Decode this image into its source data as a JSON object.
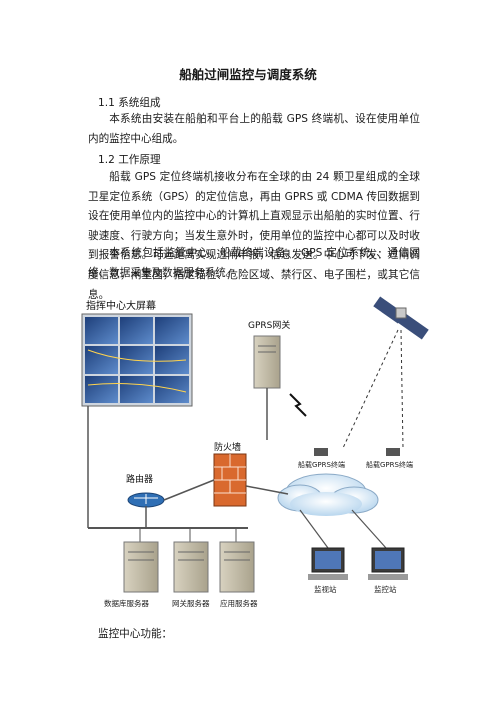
{
  "document": {
    "title": "船舶过闸监控与调度系统",
    "section_1_heading": "1.1 系统组成",
    "section_1_body": "本系统由安装在船舶和平台上的船载 GPS 终端机、设在使用单位内的监控中心组成。",
    "section_2_heading": "1.2 工作原理",
    "section_2_body_1": "船载 GPS 定位终端机接收分布在全球的由 24 颗卫星组成的全球卫星定位系统（GPS）的定位信息，再由 GPRS 或 CDMA 传回数据到设在使用单位内的监控中心的计算机上直观显示出船舶的实时位置、行驶速度、行驶方向；当发生意外时，使用单位的监控中心都可以及时收到报警信息。可远距离实现过闸申报，信息发送。中心可下发：过闸调度信息，闸室图，指定锚位、危险区域、禁行区、电子围栏，或其它信息。",
    "section_2_body_2": "本系统包括监管中心、船载终端设备、 GPS 定位系统、、通信网络、数据采集及数据服务系统。",
    "figure_caption": "监控中心功能："
  },
  "diagram": {
    "big_screen": "指挥中心大屏幕",
    "gprs_gateway": "GPRS网关",
    "firewall": "防火墙",
    "router": "路由器",
    "terminal_1": "船载GPRS终端",
    "terminal_2": "船载GPRS终端",
    "db_server": "数据库服务器",
    "comm_server": "网关服务器",
    "app_server": "应用服务器",
    "station_1": "监视站",
    "station_2": "监控站"
  }
}
